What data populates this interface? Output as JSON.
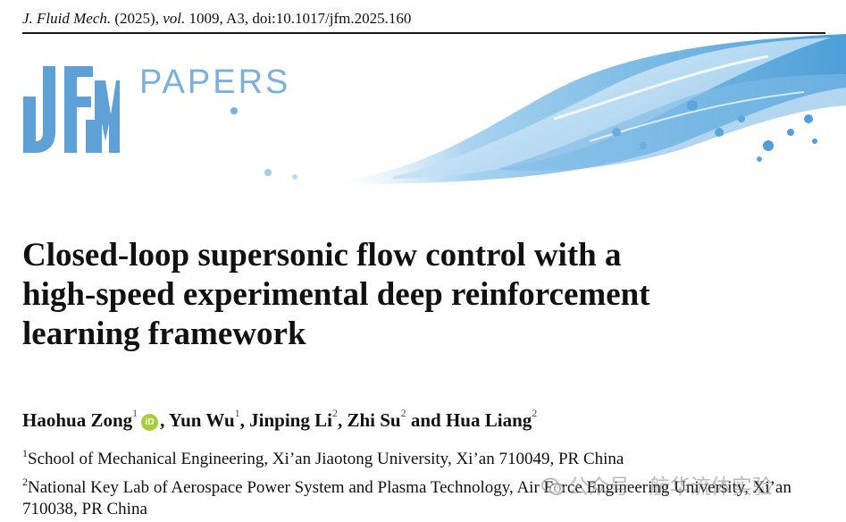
{
  "citation": {
    "journal": "J. Fluid Mech.",
    "year": "(2025),",
    "vol_label": "vol.",
    "rest": "1009, A3, doi:10.1017/jfm.2025.160"
  },
  "banner": {
    "logo_text": "JFM",
    "section_label": "PAPERS",
    "colors": {
      "logo": "#5fa0d6",
      "papers": "#7bb0dc",
      "water": "#8ec5ea"
    }
  },
  "title_lines": [
    "Closed-loop supersonic flow control with a",
    "high-speed experimental deep reinforcement",
    "learning framework"
  ],
  "authors": [
    {
      "name": "Haohua Zong",
      "aff": "1",
      "sep": ""
    },
    {
      "name": "Yun Wu",
      "aff": "1",
      "sep": ", "
    },
    {
      "name": "Jinping Li",
      "aff": "2",
      "sep": ", "
    },
    {
      "name": "Zhi Su",
      "aff": "2",
      "sep": ", "
    },
    {
      "name": "Hua Liang",
      "aff": "2",
      "sep": " and "
    }
  ],
  "orcid_label": "iD",
  "affiliations": [
    {
      "num": "1",
      "text": "School of Mechanical Engineering, Xi’an Jiaotong University, Xi’an 710049, PR China"
    },
    {
      "num": "2",
      "text": "National Key Lab of Aerospace Power System and Plasma Technology, Air Force Engineering University, Xi’an 710038, PR China"
    }
  ],
  "watermark": "公众号 · 航华流体实验"
}
